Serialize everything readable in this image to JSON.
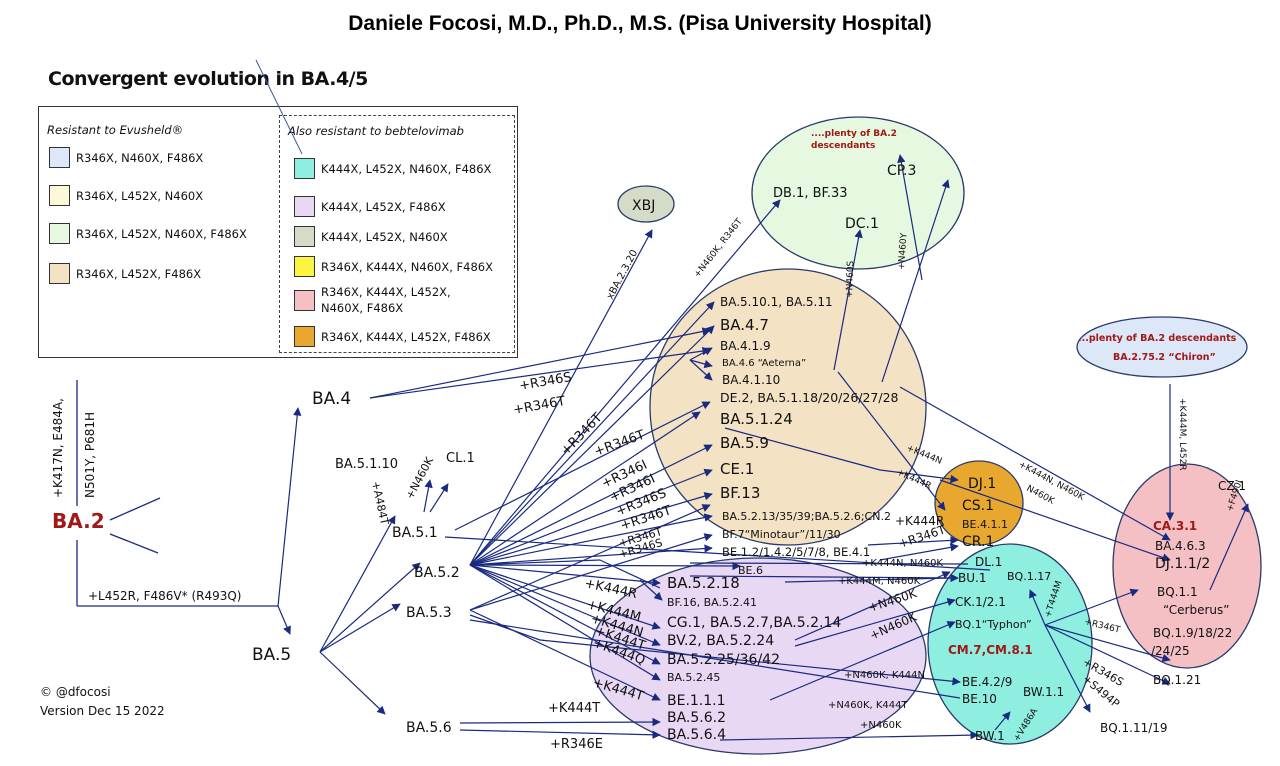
{
  "header": {
    "author": "Daniele Focosi, M.D., Ph.D., M.S. (Pisa University Hospital)",
    "subtitle": "Convergent evolution in BA.4/5"
  },
  "legend": {
    "left_title": "Resistant to Evusheld®",
    "right_title": "Also resistant to bebtelovimab",
    "left_items": [
      {
        "label": "R346X, N460X, F486X",
        "color": "#dce8f8"
      },
      {
        "label": "R346X, L452X, N460X",
        "color": "#fdf8d8"
      },
      {
        "label": "R346X, L452X, N460X, F486X",
        "color": "#e6f8e0"
      },
      {
        "label": "R346X, L452X, F486X",
        "color": "#f4e2c4"
      }
    ],
    "right_items": [
      {
        "label": "K444X, L452X, N460X, F486X",
        "color": "#8eefe0"
      },
      {
        "label": "K444X, L452X, F486X",
        "color": "#e8d8f4"
      },
      {
        "label": "K444X, L452X, N460X",
        "color": "#d4dcc8"
      },
      {
        "label": "R346X, K444X, N460X, F486X",
        "color": "#fbf440"
      },
      {
        "label": "R346X, K444X, L452X,",
        "label2": "N460X, F486X",
        "color": "#f4c0c4"
      },
      {
        "label": "R346X, K444X, L452X, F486X",
        "color": "#e8a830"
      }
    ]
  },
  "footer": {
    "copyright": "©  @dfocosi",
    "version": "Version Dec 15 2022"
  },
  "colors": {
    "arrow": "#1a2a80",
    "red_label": "#a01818",
    "tan_ellipse": "#f4e2c4",
    "green_ellipse": "#e6f8e0",
    "purple_ellipse": "#e8d8f4",
    "cyan_ellipse": "#8eefe0",
    "orange_ellipse": "#e8a830",
    "pink_ellipse": "#f4c0c4",
    "blue_ellipse": "#dce8f8",
    "xbj_ellipse": "#d4dcc8"
  },
  "clusters": {
    "green": {
      "note1": "....plenty of BA.2",
      "note2": "descendants",
      "items": [
        "DB.1, BF.33",
        "CP.3",
        "DC.1"
      ]
    },
    "xbj": {
      "label": "XBJ"
    },
    "blue": {
      "note": "...plenty of BA.2 descendants",
      "label": "BA.2.75.2 “Chiron”"
    },
    "tan": {
      "items": [
        "BA.5.10.1, BA.5.11",
        "BA.4.7",
        "BA.4.1.9",
        "BA.4.6 “Aeterna”",
        "BA.4.1.10",
        "DE.2, BA.5.1.18/20/26/27/28",
        "BA.5.1.24",
        "BA.5.9",
        "CE.1",
        "BF.13",
        "BA.5.2.13/35/39;BA.5.2.6;CN.2",
        "BF.7“Minotaur”/11/30",
        "BE.1.2/1.4.2/5/7/8, BE.4.1",
        "BE.6"
      ]
    },
    "orange": {
      "items": [
        "DJ.1",
        "CS.1",
        "BE.4.1.1",
        "CR.1"
      ]
    },
    "purple": {
      "items": [
        "BA.5.2.18",
        "BF.16, BA.5.2.41",
        "CG.1, BA.5.2.7,BA.5.2.14",
        "BV.2, BA.5.2.24",
        "BA.5.2.25/36/42",
        "BA.5.2.45",
        "BE.1.1.1",
        "BA.5.6.2",
        "BA.5.6.4"
      ]
    },
    "cyan": {
      "items": [
        "DL.1",
        "BU.1",
        "BQ.1.17",
        "CK.1/2.1",
        "BQ.1“Typhon”",
        "BE.4.2/9",
        "BE.10",
        "BW.1.1",
        "BW.1"
      ],
      "highlight": "CM.7,CM.8.1"
    },
    "pink": {
      "highlight": "CA.3.1",
      "items": [
        "BA.4.6.3",
        "DJ.1.1/2",
        "BQ.1.1",
        "“Cerberus”",
        "BQ.1.9/18/22",
        "/24/25",
        "BQ.1.21"
      ]
    }
  },
  "nodes": {
    "ba2": "BA.2",
    "ba4": "BA.4",
    "ba5": "BA.5",
    "ba51": "BA.5.1",
    "ba52": "BA.5.2",
    "ba53": "BA.5.3",
    "ba56": "BA.5.6",
    "ba5110": "BA.5.1.10",
    "cl1": "CL.1",
    "cz1": "CZ.1",
    "bq1119": "BQ.1.11/19"
  },
  "mutations": {
    "ba2_up1": "+K417N, E484A,",
    "ba2_up2": "N501Y, P681H",
    "ba2_to_ba5": "+L452R, F486V* (R493Q)",
    "xba": "xBA.2.3.20",
    "n460k_r346t": "+N460K, R346T",
    "n460s": "+N460S",
    "n460y": "+N460Y",
    "r346s_a": "+R346S",
    "r346t_a": "+R346T",
    "r346t_b": "+R346T",
    "r346t_c": "+R346T",
    "r346i_a": "+R346I",
    "r346i_b": "+R346I",
    "r346s_b": "+R346S",
    "r346t_d": "+R346T",
    "r346t_e": "+R346T",
    "r346s_c": "+R346S",
    "a484t": "+A484T",
    "n460k_cl": "+N460K",
    "k444n_dj": "+K444N",
    "k444r_cs": "+K444R",
    "k444r_be": "+K444R",
    "r346t_cr": "+R346T",
    "k444n_n460k_pink": "+K444N, N460K",
    "n460k_pink": "N460K",
    "k444m_l452r": "+K444M, L452R",
    "f490i": "+F490I",
    "k444n_n460k_dl": "+K444N, N460K",
    "k444m_n460k_bu": "+K444M, N460K",
    "n460k_ck": "+N460K",
    "n460k_bq": "+N460K",
    "n460k_k444n": "+N460K, K444N",
    "n460k_k444t": "+N460K, K444T",
    "n460k_bw": "+N460K",
    "t444m": "+T444M",
    "v486a": "+V486A",
    "r346t_pink": "+R346T",
    "r346s_pink": "+R346S",
    "s494p": "+S494P",
    "k444r_p": "+K444R",
    "k444m_p": "+K444M",
    "k444n_p": "+K444N",
    "k444t_p": "+K444T",
    "k444q_p": "+K444Q",
    "k444t_p2": "+K444T",
    "k444t_56": "+K444T",
    "r346e_56": "+R346E"
  }
}
